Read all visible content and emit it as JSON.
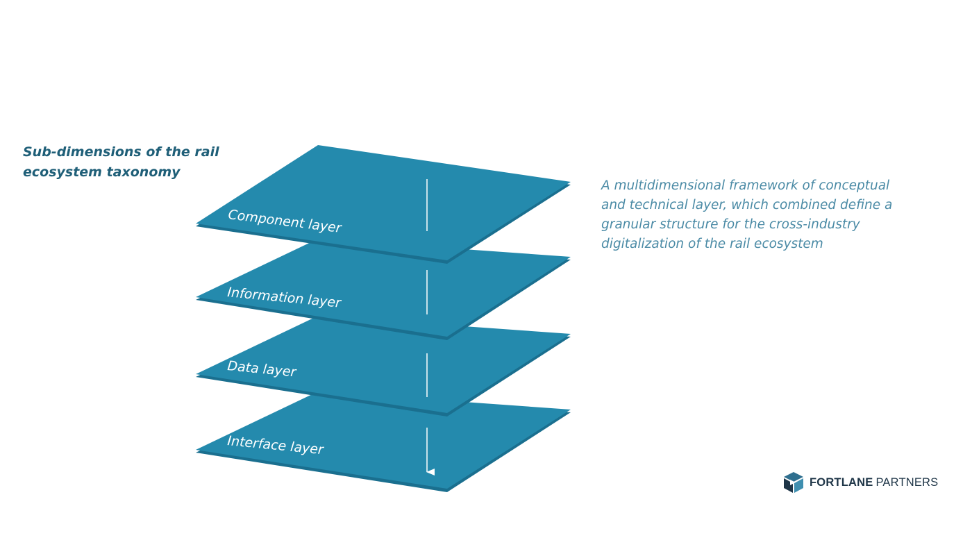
{
  "heading": {
    "line1": "Sub-dimensions of the rail",
    "line2": "ecosystem taxonomy"
  },
  "description": {
    "lines": [
      "A multidimensional framework of conceptual",
      "and technical layer, which combined define a",
      "granular structure for the cross-industry",
      "digitalization of the rail ecosystem"
    ]
  },
  "layers": [
    {
      "label": "Component layer"
    },
    {
      "label": "Information layer"
    },
    {
      "label": "Data layer"
    },
    {
      "label": "Interface layer"
    }
  ],
  "logo": {
    "name_bold": "FORTLANE",
    "name_light": "PARTNERS",
    "icon": "fortlane-cube-icon"
  },
  "colors": {
    "layer_fill": "#248aad",
    "layer_edge": "#1a6f8f",
    "heading": "#1f5f78",
    "description": "#4a8aa5",
    "arrow": "#ffffff"
  }
}
